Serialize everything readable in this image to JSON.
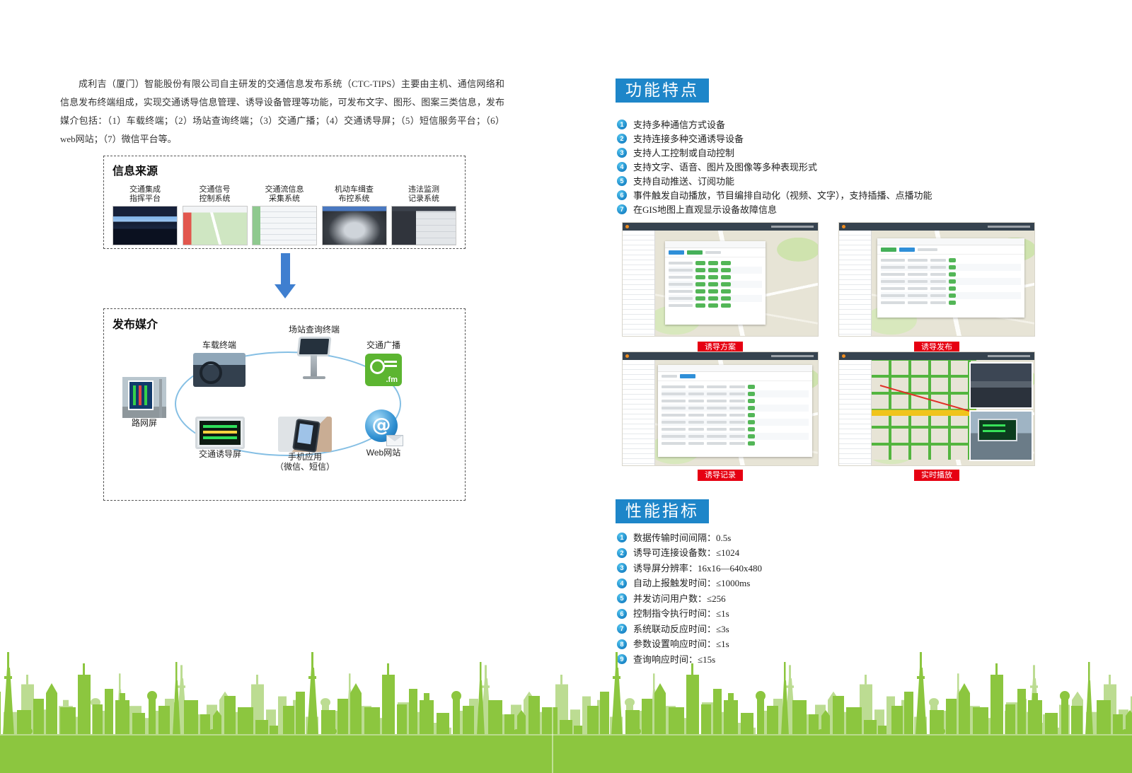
{
  "intro": {
    "text": "成利吉（厦门）智能股份有限公司自主研发的交通信息发布系统（CTC-TIPS）主要由主机、通信网络和信息发布终端组成，实现交通诱导信息管理、诱导设备管理等功能，可发布文字、图形、图案三类信息，发布媒介包括：（1）车载终端；（2）场站查询终端；（3）交通广播；（4）交通诱导屏；（5）短信服务平台；（6）web网站；（7）微信平台等。"
  },
  "sources": {
    "title": "信息来源",
    "items": [
      {
        "line1": "交通集成",
        "line2": "指挥平台"
      },
      {
        "line1": "交通信号",
        "line2": "控制系统"
      },
      {
        "line1": "交通流信息",
        "line2": "采集系统"
      },
      {
        "line1": "机动车缉查",
        "line2": "布控系统"
      },
      {
        "line1": "违法监测",
        "line2": "记录系统"
      }
    ]
  },
  "media": {
    "title": "发布媒介",
    "items": [
      {
        "label": "车载终端"
      },
      {
        "label": "场站查询终端"
      },
      {
        "label": "交通广播"
      },
      {
        "label": "Web网站"
      },
      {
        "label": "手机应用",
        "sub": "（微信、短信）"
      },
      {
        "label": "交通诱导屏"
      },
      {
        "label": "路网屏"
      }
    ],
    "radio_text": ".fm"
  },
  "features": {
    "title": "功能特点",
    "items": [
      {
        "num": "1",
        "text": "支持多种通信方式设备"
      },
      {
        "num": "2",
        "text": "支持连接多种交通诱导设备"
      },
      {
        "num": "3",
        "text": "支持人工控制或自动控制"
      },
      {
        "num": "4",
        "text": "支持文字、语音、图片及图像等多种表现形式"
      },
      {
        "num": "5",
        "text": "支持自动推送、订阅功能"
      },
      {
        "num": "6",
        "text": "事件触发自动播放，节目编排自动化（视频、文字），支持插播、点播功能"
      },
      {
        "num": "7",
        "text": "在GIS地图上直观显示设备故障信息"
      }
    ],
    "screenshots": [
      {
        "caption": "诱导方案"
      },
      {
        "caption": "诱导发布"
      },
      {
        "caption": "诱导记录"
      },
      {
        "caption": "实时播放"
      }
    ]
  },
  "performance": {
    "title": "性能指标",
    "items": [
      {
        "num": "1",
        "text": "数据传输时间间隔：0.5s"
      },
      {
        "num": "2",
        "text": "诱导可连接设备数：≤1024"
      },
      {
        "num": "3",
        "text": "诱导屏分辨率：16x16—640x480"
      },
      {
        "num": "4",
        "text": "自动上报触发时间：≤1000ms"
      },
      {
        "num": "5",
        "text": "并发访问用户数：≤256"
      },
      {
        "num": "6",
        "text": "控制指令执行时间：≤1s"
      },
      {
        "num": "7",
        "text": "系统联动反应时间：≤3s"
      },
      {
        "num": "8",
        "text": "参数设置响应时间：≤1s"
      },
      {
        "num": "9",
        "text": "查询响应时间：≤15s"
      }
    ]
  },
  "icons": {
    "web_glyph": "@"
  },
  "colors": {
    "header_blue": "#1e86c9",
    "caption_red": "#e60012",
    "skyline_green": "#8cc63f",
    "arrow_blue": "#3f7fd0"
  }
}
